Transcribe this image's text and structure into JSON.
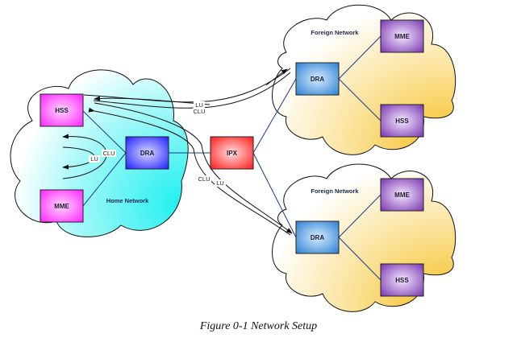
{
  "caption": "Figure 0-1 Network Setup",
  "colors": {
    "hss_home": "#ff33ff",
    "mme_home": "#ff33ff",
    "dra_home": "#2a2aff",
    "ipx": "#ff2a2a",
    "dra_foreign": "#2a7fd0",
    "node_foreign": "#7a3aa8",
    "home_cloud": "#33f0f0",
    "foreign_cloud": "#f8c63a",
    "link": "#1a3a8a"
  },
  "home_network": {
    "label": "Home Network",
    "nodes": {
      "hss": "HSS",
      "mme": "MME",
      "dra": "DRA"
    },
    "internal_flows": {
      "outer": "CLU",
      "inner": "LU"
    }
  },
  "ipx": {
    "label": "IPX"
  },
  "foreign_networks": [
    {
      "label": "Foreign Network",
      "nodes": {
        "dra": "DRA",
        "mme": "MME",
        "hss": "HSS"
      }
    },
    {
      "label": "Foreign Network",
      "nodes": {
        "dra": "DRA",
        "mme": "MME",
        "hss": "HSS"
      }
    }
  ],
  "flows": {
    "to_foreign_1": {
      "upper": "LU",
      "lower": "CLU"
    },
    "to_foreign_2": {
      "left": "CLU",
      "right": "LU"
    }
  }
}
